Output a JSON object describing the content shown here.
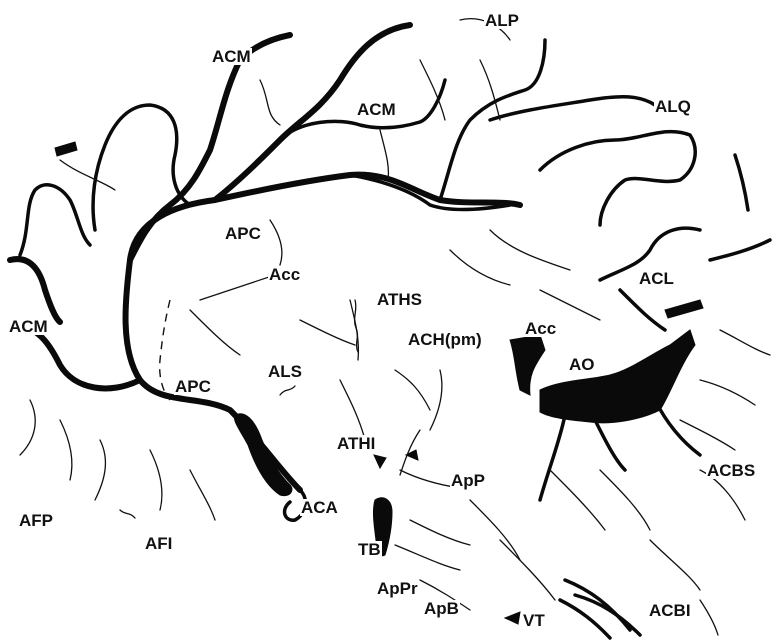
{
  "labels": [
    {
      "key": "alp",
      "text": "ALP"
    },
    {
      "key": "acm_top",
      "text": "ACM"
    },
    {
      "key": "acm_mid",
      "text": "ACM"
    },
    {
      "key": "alq",
      "text": "ALQ"
    },
    {
      "key": "apc_upper",
      "text": "APC"
    },
    {
      "key": "acc_left",
      "text": "Acc"
    },
    {
      "key": "acl",
      "text": "ACL"
    },
    {
      "key": "acm_left",
      "text": "ACM"
    },
    {
      "key": "aths",
      "text": "ATHS"
    },
    {
      "key": "ach_pm",
      "text": "ACH(pm)"
    },
    {
      "key": "acc_right",
      "text": "Acc"
    },
    {
      "key": "ao",
      "text": "AO"
    },
    {
      "key": "apc_lower",
      "text": "APC"
    },
    {
      "key": "als",
      "text": "ALS"
    },
    {
      "key": "athi",
      "text": "ATHI"
    },
    {
      "key": "acbs",
      "text": "ACBS"
    },
    {
      "key": "app",
      "text": "ApP"
    },
    {
      "key": "afp",
      "text": "AFP"
    },
    {
      "key": "aca",
      "text": "ACA"
    },
    {
      "key": "afi",
      "text": "AFI"
    },
    {
      "key": "tb",
      "text": "TB"
    },
    {
      "key": "appr",
      "text": "ApPr"
    },
    {
      "key": "apb",
      "text": "ApB"
    },
    {
      "key": "vt",
      "text": "VT"
    },
    {
      "key": "acbi",
      "text": "ACBI"
    }
  ],
  "colors": {
    "vessel": "#0a0a0a",
    "background": "#ffffff"
  }
}
